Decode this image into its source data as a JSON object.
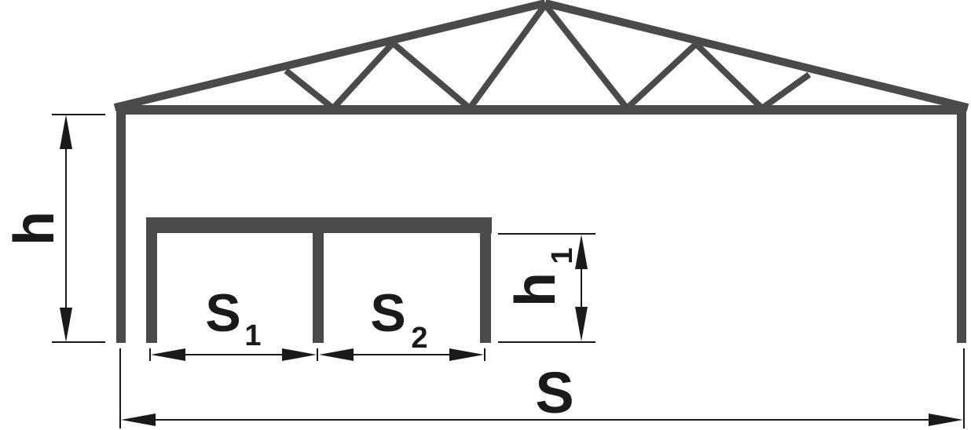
{
  "labels": {
    "span": "S",
    "height": "h",
    "inner_height": "h",
    "inner_height_sub": "1",
    "bay1": "S",
    "bay1_sub": "1",
    "bay2": "S",
    "bay2_sub": "2"
  }
}
